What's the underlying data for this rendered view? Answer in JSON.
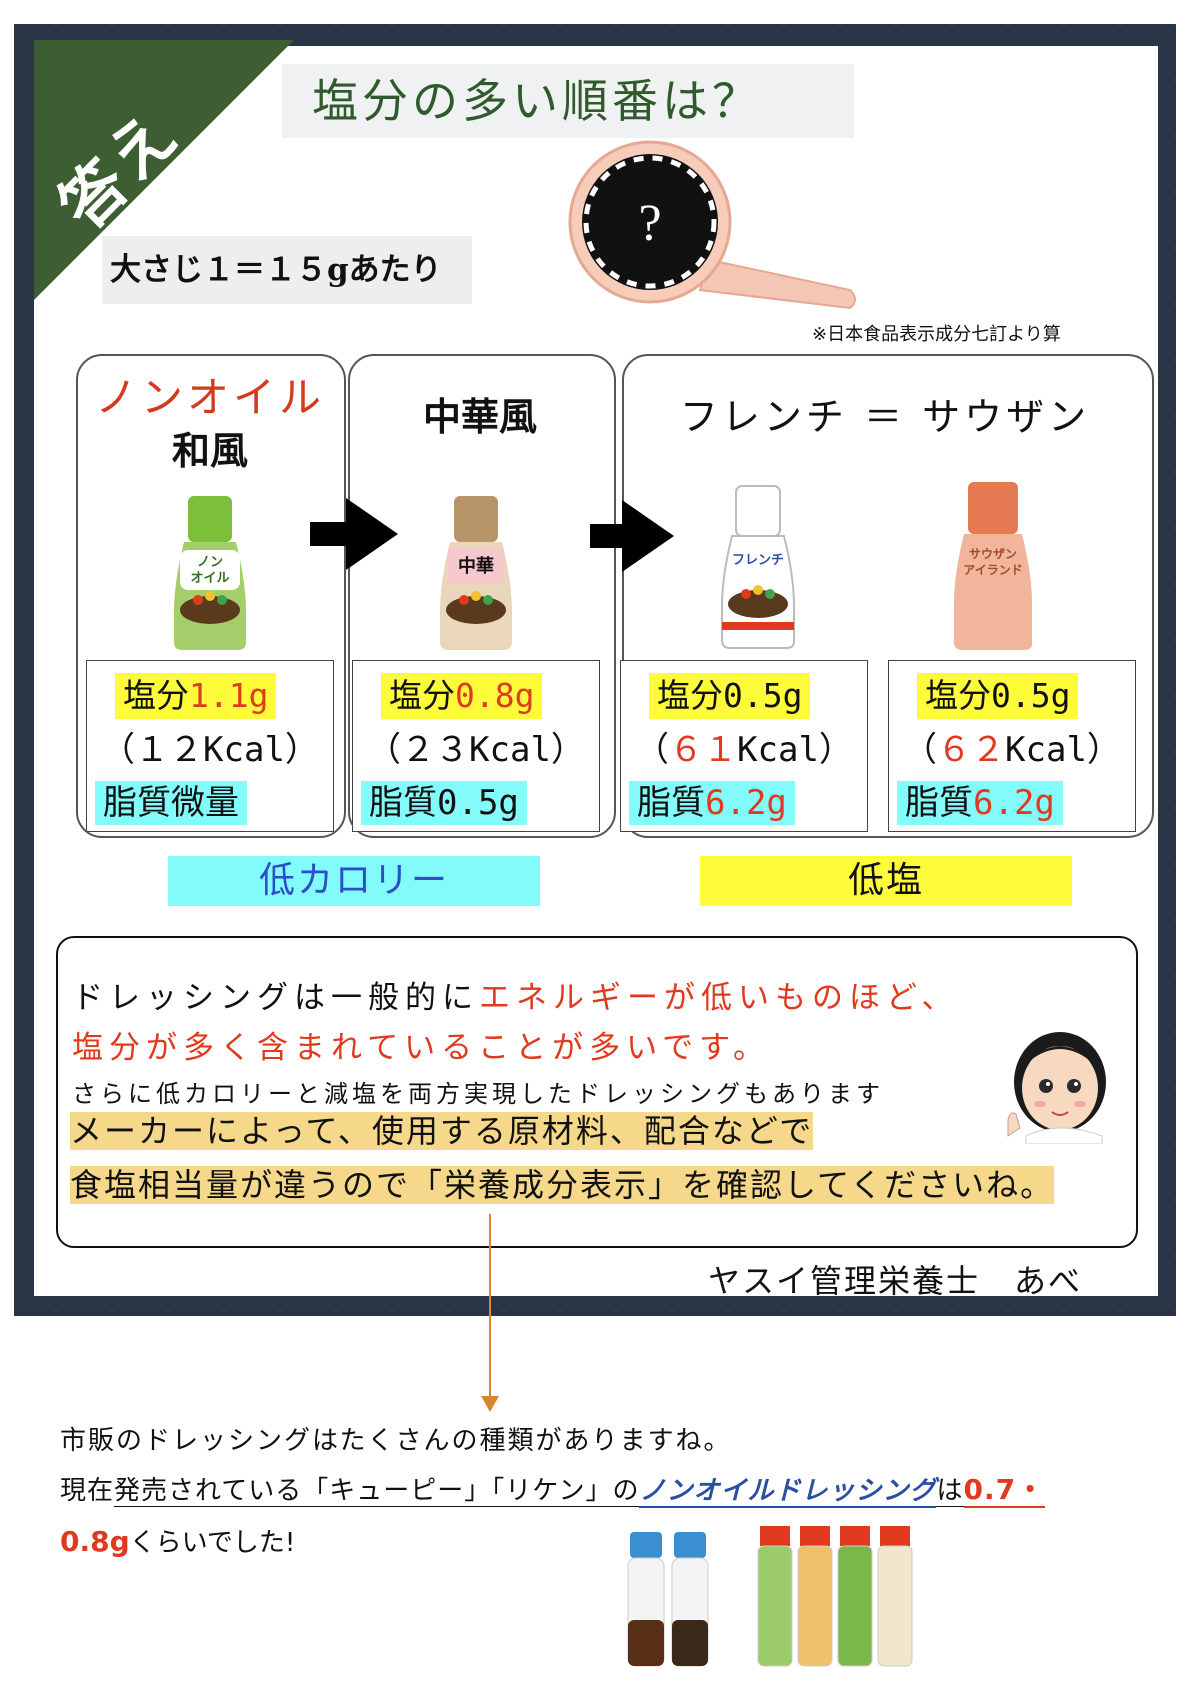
{
  "corner_label": "答え",
  "title": "塩分の多い順番は？",
  "per_spoon": "大さじ１＝１５gあたり",
  "spoon_mark": "?",
  "source_note": "※日本食品表示成分七訂より算",
  "groups": [
    {
      "title_red": "ノンオイル",
      "title_black": "和風"
    },
    {
      "title_black": "中華風"
    },
    {
      "title_black": "フレンチ ＝ サウザン"
    }
  ],
  "bottles": [
    {
      "label": "ノン\nオイル",
      "cap": "#7bbf3a",
      "body": "#a3ce6a",
      "label_color": "#ffffff",
      "text_color": "#2e6e1c"
    },
    {
      "label": "中華",
      "cap": "#b79568",
      "body": "#e9d6bb",
      "label_color": "#f5c8cc",
      "text_color": "#111111"
    },
    {
      "label": "フレンチ",
      "cap": "#ffffff",
      "body": "#ffffff",
      "label_color": "#ffffff",
      "text_color": "#2a4fa0"
    },
    {
      "label": "サウザン\nアイランド",
      "cap": "#e67a52",
      "body": "#f0b59b",
      "label_color": "#ffffff",
      "text_color": "#a34a2a"
    }
  ],
  "cards": [
    {
      "salt_label": "塩分",
      "salt_value": "1.1g",
      "kcal_prefix": "（",
      "kcal_value": "１２",
      "kcal_suffix": "Kcal）",
      "fat_label": "脂質微量",
      "fat_value": ""
    },
    {
      "salt_label": "塩分",
      "salt_value": "0.8g",
      "kcal_prefix": "（",
      "kcal_value": "２３",
      "kcal_suffix": "Kcal）",
      "fat_label": "脂質",
      "fat_value": "0.5g"
    },
    {
      "salt_label": "塩分",
      "salt_value": "0.5g",
      "kcal_prefix": "（",
      "kcal_value": "６１",
      "kcal_suffix": "Kcal）",
      "fat_label": "脂質",
      "fat_value": "6.2g"
    },
    {
      "salt_label": "塩分",
      "salt_value": "0.5g",
      "kcal_prefix": "（",
      "kcal_value": "６２",
      "kcal_suffix": "Kcal）",
      "fat_label": "脂質",
      "fat_value": "6.2g"
    }
  ],
  "tags": {
    "low_cal": "低カロリー",
    "low_salt": "低塩"
  },
  "note": {
    "line1_a": "ドレッシングは一般的に",
    "line1_b": "エネルギーが低いものほど、",
    "line2": "塩分が多く含まれていることが多いです。",
    "line3": "さらに低カロリーと減塩を両方実現したドレッシングもあります",
    "line4": "メーカーによって、使用する原材料、配合などで",
    "line5": "食塩相当量が違うので「栄養成分表示」を確認してくださいね。"
  },
  "signature": "ヤスイ管理栄養士　あべ",
  "bottom": {
    "line1": "市販のドレッシングはたくさんの種類がありますね。",
    "line2_a": "現在",
    "line2_b": "発売されている「キューピー」「リケン」の",
    "line2_c": "ノンオイルドレッシング",
    "line2_d": "は",
    "line2_e": "0.7・",
    "line3_a": "0.8g",
    "line3_b": "くらいでした!"
  },
  "colors": {
    "frame": "#2a3447",
    "corner": "#3c5e32",
    "title_green": "#2f5a2c",
    "yellow": "#fefc3a",
    "cyan": "#84fbfb",
    "red": "#e03a1e",
    "orange_line": "#d98530"
  }
}
